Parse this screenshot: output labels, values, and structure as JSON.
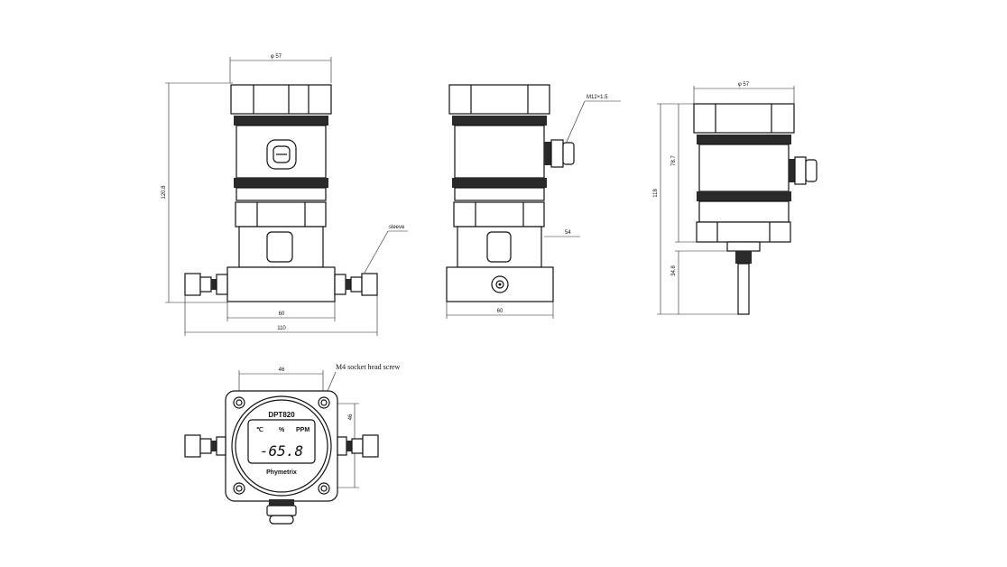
{
  "front_view": {
    "dim_top": "φ 57",
    "dim_height": "120.8",
    "dim_body_width": "60",
    "dim_total_width": "110",
    "note_sleeve": "sleeve"
  },
  "side_view": {
    "note_thread": "M12×1.5",
    "dim_54": "54",
    "dim_bottom_width": "60"
  },
  "right_view": {
    "dim_top": "φ 57",
    "dim_height": "118",
    "dim_upper": "78.7",
    "dim_lower": "34.8"
  },
  "top_view": {
    "dim_top_width": "46",
    "dim_side_height": "46",
    "note_screw": "M4  socket head screw",
    "display": {
      "model": "DPT820",
      "unit_c": "℃",
      "unit_pct": "%",
      "unit_ppm": "PPM",
      "value": "-65.8",
      "brand": "Phymetrix"
    }
  }
}
